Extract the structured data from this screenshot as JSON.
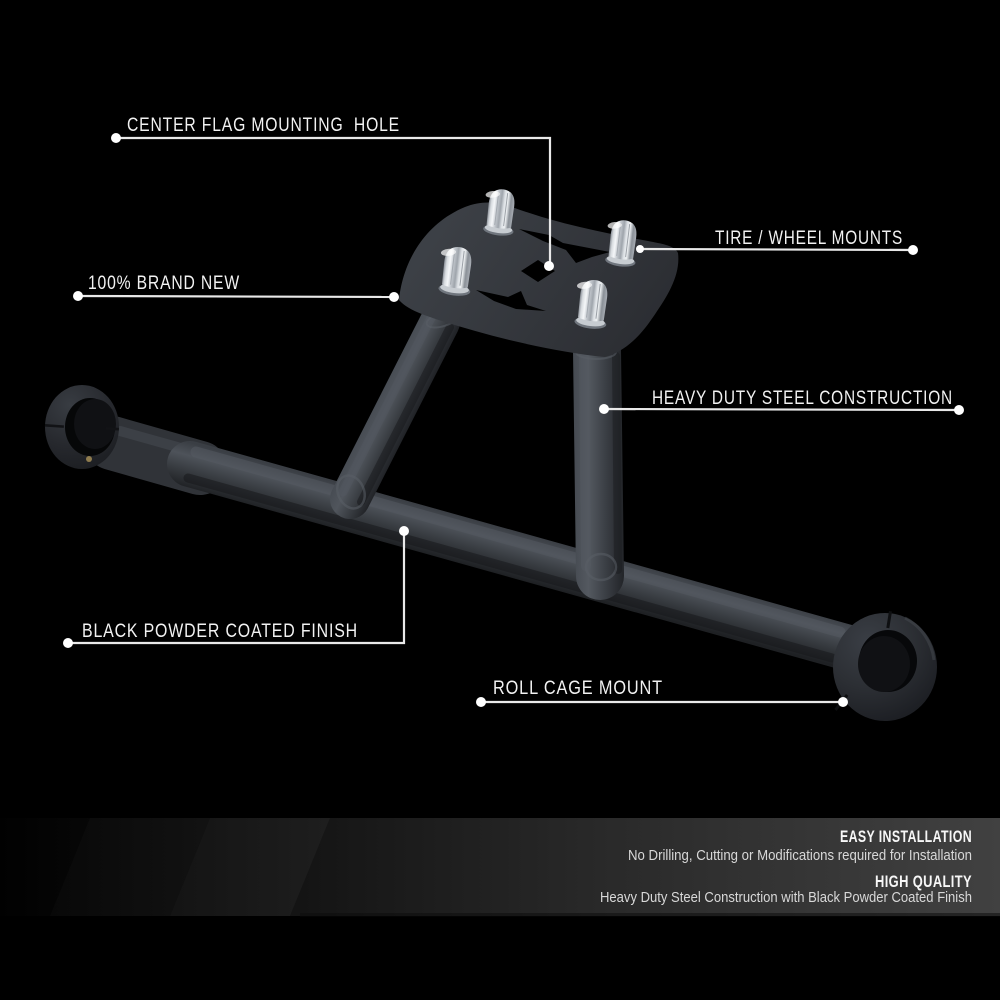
{
  "background_color": "#000000",
  "annotation_style": {
    "leader_line_color": "#e9e9e9",
    "dot_color": "#ffffff",
    "label_text_color": "#f2f2f2"
  },
  "product": {
    "type": "roll-cage spare tire / wheel carrier bracket",
    "steel_color": "#3a3e44",
    "steel_highlight_color": "#50555c",
    "steel_shadow_color": "#1e2023",
    "chrome_color": "#e8ebee",
    "plate_color": "#34373c"
  },
  "callouts": [
    {
      "id": "center-flag-mounting-hole",
      "label": "CENTER FLAG MOUNTING  HOLE"
    },
    {
      "id": "tire-wheel-mounts",
      "label": "TIRE / WHEEL MOUNTS"
    },
    {
      "id": "brand-new",
      "label": "100% BRAND NEW"
    },
    {
      "id": "heavy-duty-steel-construction",
      "label": "HEAVY DUTY STEEL CONSTRUCTION"
    },
    {
      "id": "black-powder-coated-finish",
      "label": "BLACK POWDER COATED FINISH"
    },
    {
      "id": "roll-cage-mount",
      "label": "ROLL CAGE MOUNT"
    }
  ],
  "footer": {
    "band_color_right": "#414141",
    "sections": [
      {
        "heading": "EASY INSTALLATION",
        "body": "No Drilling, Cutting or Modifications required for Installation"
      },
      {
        "heading": "HIGH QUALITY",
        "body": "Heavy Duty Steel Construction with Black Powder Coated Finish"
      }
    ]
  }
}
